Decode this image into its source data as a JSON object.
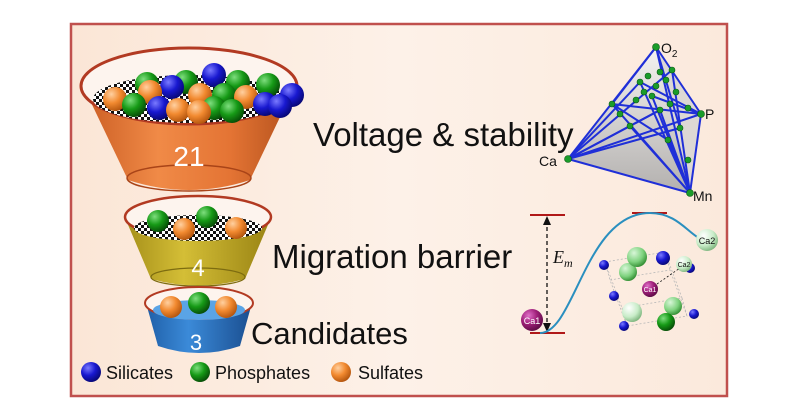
{
  "stages": [
    {
      "count": "21",
      "label": "Voltage & stability"
    },
    {
      "count": "4",
      "label": "Migration barrier"
    },
    {
      "count": "3",
      "label": "Candidates"
    }
  ],
  "legend": [
    {
      "label": "Silicates",
      "color": "#1414c8"
    },
    {
      "label": "Phosphates",
      "color": "#149614"
    },
    {
      "label": "Sulfates",
      "color": "#f08c32"
    }
  ],
  "phase_diagram": {
    "vertices": {
      "top": "O2",
      "right": "P",
      "left": "Ca",
      "bottom": "Mn"
    }
  },
  "energy_plot": {
    "barrier_label": "E_m",
    "start_label": "Ca1",
    "end_label": "Ca2",
    "inset_labels": [
      "Ca1",
      "Ca2"
    ]
  },
  "colors": {
    "frame_border": "#c0504d",
    "panel_bg": "#fbe9dc",
    "bowl_top": "#e6793a",
    "bowl_mid": "#c8b22a",
    "bowl_bottom": "#2b78c8",
    "phase_edge": "#1f2fd8",
    "phase_node": "#1a9c2a",
    "curve": "#2a8fbf",
    "ca1": "#a0207a"
  }
}
